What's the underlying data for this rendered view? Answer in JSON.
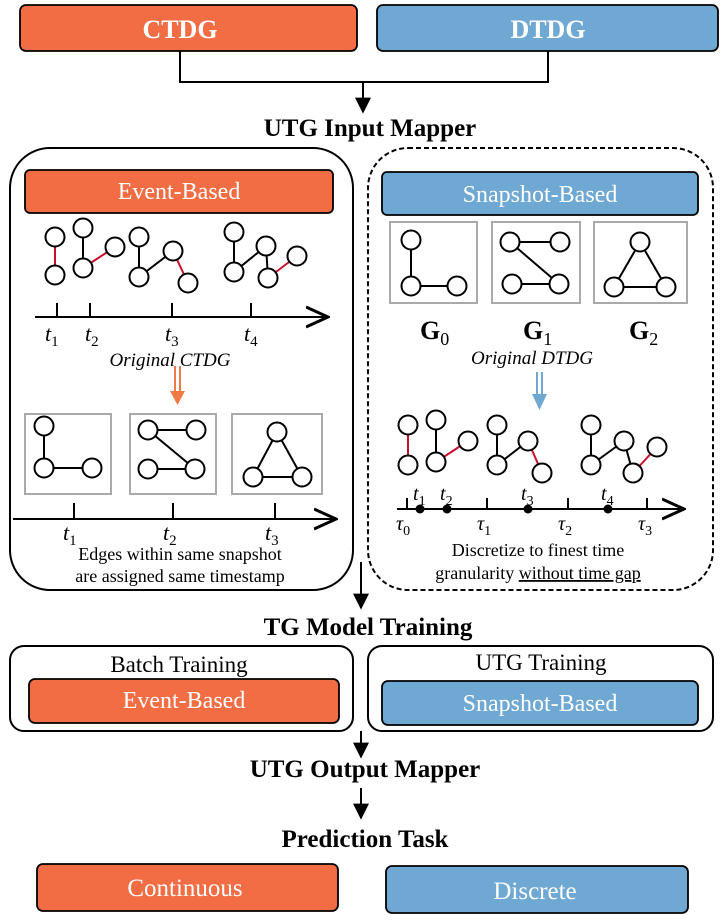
{
  "colors": {
    "orange": "#F26C44",
    "blue": "#6FA8D3",
    "edge_red": "#C8102E",
    "frame_gray": "#AAAAAA",
    "arrow_orange": "#F07A45",
    "arrow_blue": "#6FA8D3"
  },
  "top": {
    "ctdg_label": "CTDG",
    "dtdg_label": "DTDG"
  },
  "input_mapper": {
    "title": "UTG Input Mapper",
    "event_panel": {
      "header": "Event-Based",
      "timeline_ticks": [
        {
          "base": "t",
          "sub": "1"
        },
        {
          "base": "t",
          "sub": "2"
        },
        {
          "base": "t",
          "sub": "3"
        },
        {
          "base": "t",
          "sub": "4"
        }
      ],
      "caption_original": "Original CTDG",
      "snapshot_ticks": [
        {
          "base": "t",
          "sub": "1"
        },
        {
          "base": "t",
          "sub": "2"
        },
        {
          "base": "t",
          "sub": "3"
        }
      ],
      "note_line1": "Edges within same snapshot",
      "note_line2": "are assigned same timestamp"
    },
    "snapshot_panel": {
      "header": "Snapshot-Based",
      "graph_labels": [
        {
          "base": "G",
          "sub": "0"
        },
        {
          "base": "G",
          "sub": "1"
        },
        {
          "base": "G",
          "sub": "2"
        }
      ],
      "caption_original": "Original DTDG",
      "event_ticks": [
        {
          "base": "t",
          "sub": "1"
        },
        {
          "base": "t",
          "sub": "2"
        },
        {
          "base": "t",
          "sub": "3"
        },
        {
          "base": "t",
          "sub": "4"
        }
      ],
      "tau_ticks": [
        {
          "base": "τ",
          "sub": "0"
        },
        {
          "base": "τ",
          "sub": "1"
        },
        {
          "base": "τ",
          "sub": "2"
        },
        {
          "base": "τ",
          "sub": "3"
        }
      ],
      "note_line1": "Discretize to finest time",
      "note_line2_prefix": "granularity ",
      "note_line2_underlined": "without time gap"
    }
  },
  "model_training": {
    "title": "TG Model Training",
    "batch": {
      "title": "Batch Training",
      "button": "Event-Based"
    },
    "utg": {
      "title": "UTG Training",
      "button": "Snapshot-Based"
    }
  },
  "output_mapper": {
    "title": "UTG Output Mapper"
  },
  "prediction": {
    "title": "Prediction Task",
    "continuous_label": "Continuous",
    "discrete_label": "Discrete"
  }
}
